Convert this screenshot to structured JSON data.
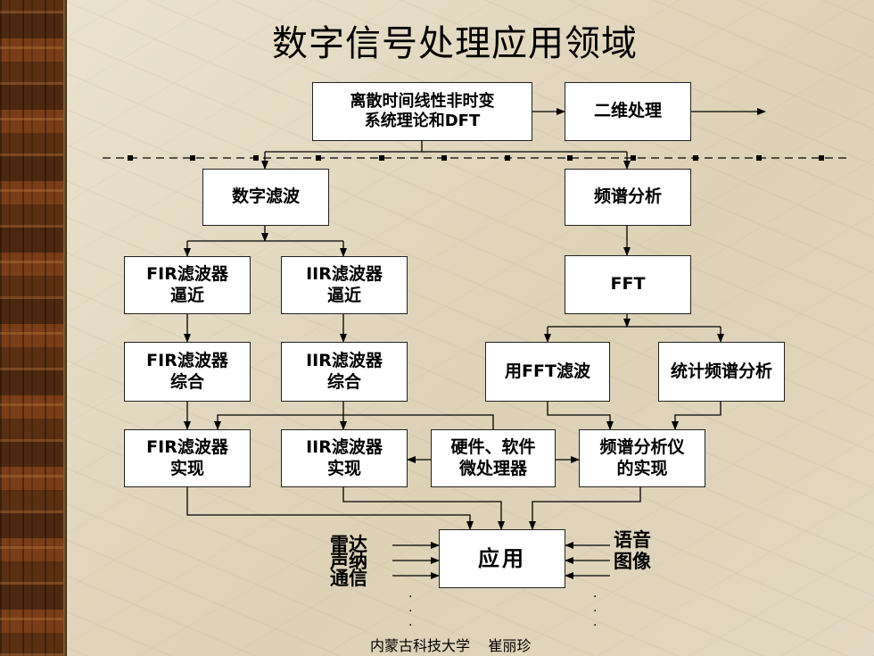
{
  "title": "数字信号处理应用领域",
  "boxes": {
    "theory": "离散时间线性非时变\n系统理论和DFT",
    "two_d": "二维处理",
    "digital_filter": "数字滤波",
    "spectrum": "频谱分析",
    "fir_approx": "FIR滤波器\n逼近",
    "iir_approx": "IIR滤波器\n逼近",
    "fft": "FFT",
    "fir_design": "FIR滤波器\n综合",
    "iir_design": "IIR滤波器\n综合",
    "fft_filter": "用FFT滤波",
    "stat_spectrum": "统计频谱分析",
    "fir_impl": "FIR滤波器\n实现",
    "iir_impl": "IIR滤波器\n实现",
    "hw_sw": "硬件、软件\n微处理器",
    "analyzer": "频谱分析仪\n的实现",
    "application": "应用"
  },
  "left_apps": [
    "雷达",
    "声纳",
    "通信"
  ],
  "right_apps": [
    "语音",
    "图像"
  ],
  "footer": "内蒙古科技大学    崔丽珍"
}
